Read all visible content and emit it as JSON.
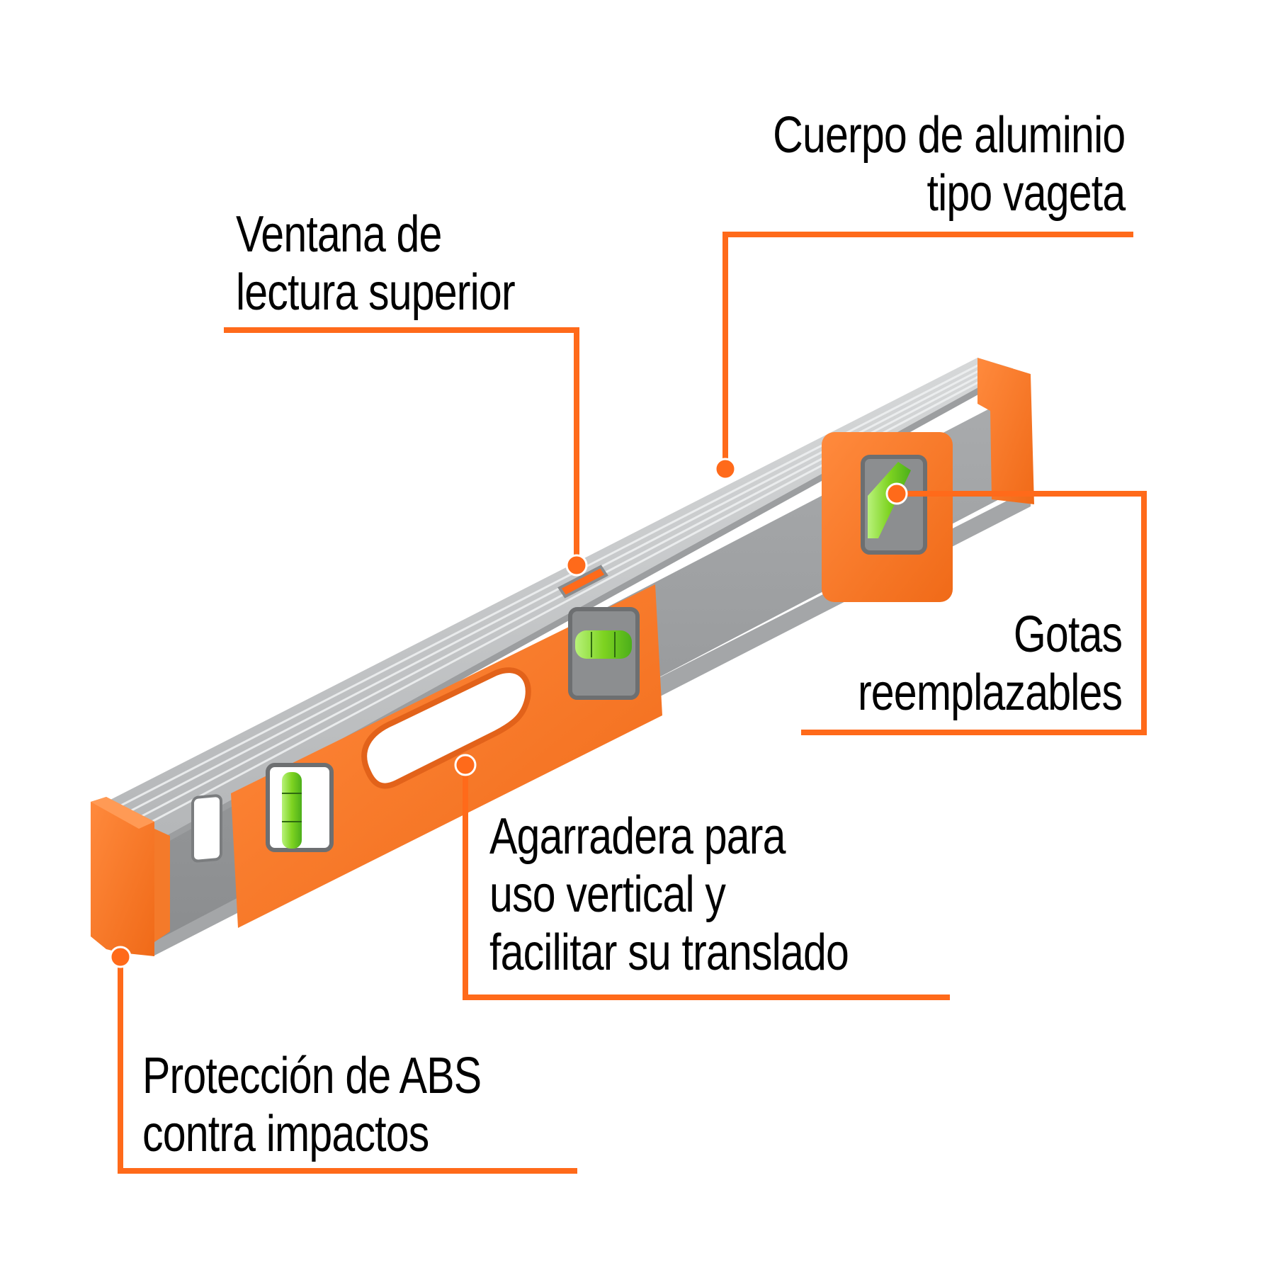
{
  "colors": {
    "accent_orange": "#FF6A1A",
    "background": "#FFFFFF",
    "text": "#000000",
    "aluminum_light": "#C9CBCC",
    "aluminum_dark": "#8E9092",
    "vial_green": "#7ED321"
  },
  "product": {
    "name": "level-tool-illustration",
    "icon": "spirit-level-icon"
  },
  "callouts": [
    {
      "id": "cuerpo",
      "lines": [
        "Cuerpo de aluminio",
        "tipo vageta"
      ],
      "align": "right"
    },
    {
      "id": "ventana",
      "lines": [
        "Ventana de",
        "lectura superior"
      ],
      "align": "left"
    },
    {
      "id": "gotas",
      "lines": [
        "Gotas",
        "reemplazables"
      ],
      "align": "right"
    },
    {
      "id": "agarradera",
      "lines": [
        "Agarradera para",
        "uso vertical y",
        "facilitar su translado"
      ],
      "align": "left"
    },
    {
      "id": "proteccion",
      "lines": [
        "Protección de ABS",
        "contra impactos"
      ],
      "align": "left"
    }
  ]
}
